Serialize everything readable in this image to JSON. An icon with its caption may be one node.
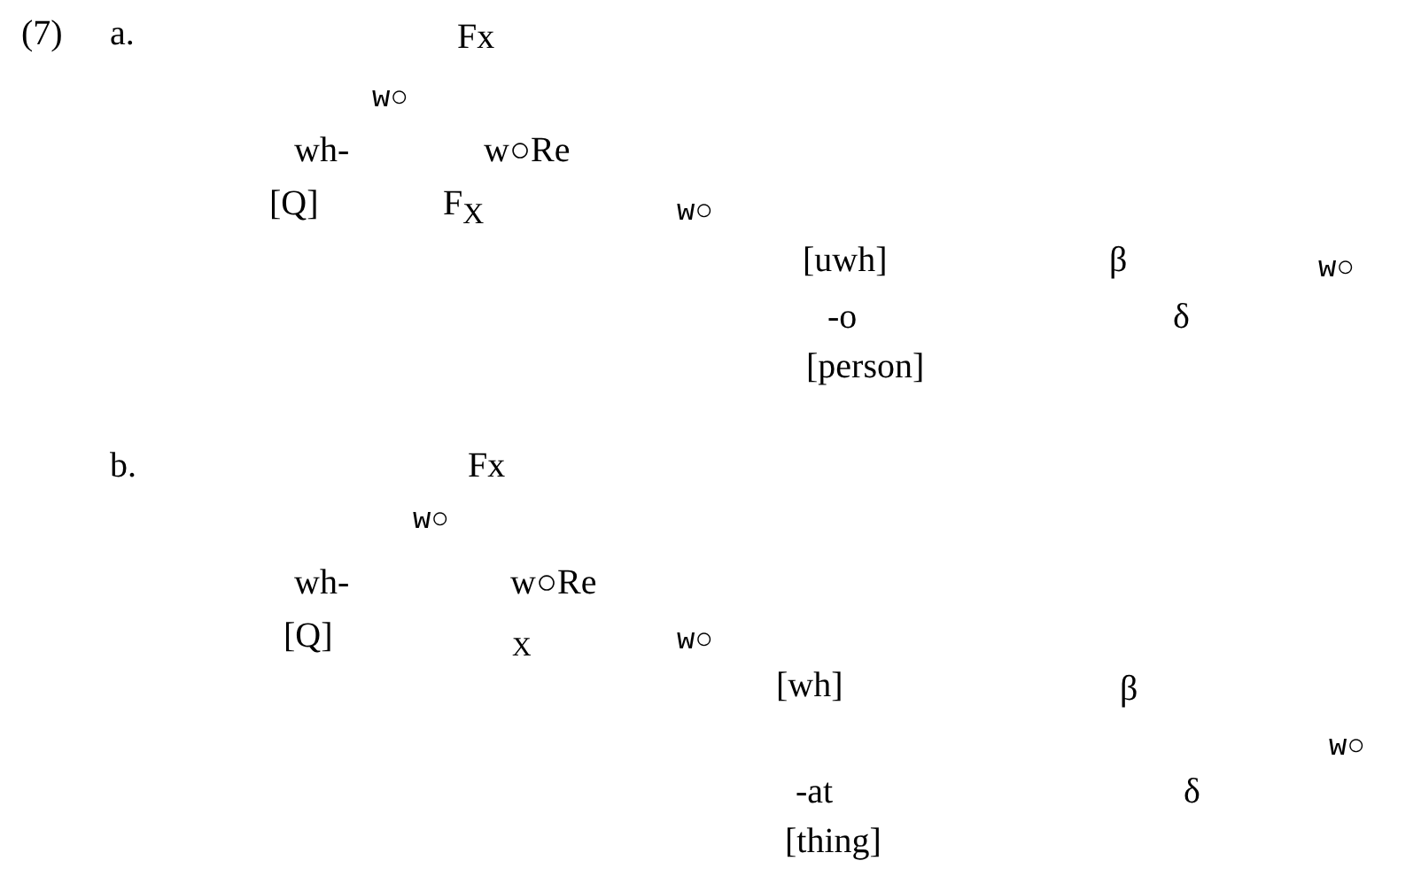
{
  "diagram": {
    "labels": [
      "(7)",
      "a.",
      "Fx",
      "w○",
      "wh-",
      "w○Re",
      "[Q]",
      "F$_{X}$",
      "w○",
      "[uwh]",
      "β",
      "w○",
      "-o",
      "δ",
      "[person]",
      "b.",
      "Fx",
      "w○",
      "wh-",
      "w○Re",
      "[Q]",
      "X",
      "w○",
      "[wh]",
      "β",
      "w○",
      "-at",
      "δ",
      "[thing]"
    ]
  }
}
